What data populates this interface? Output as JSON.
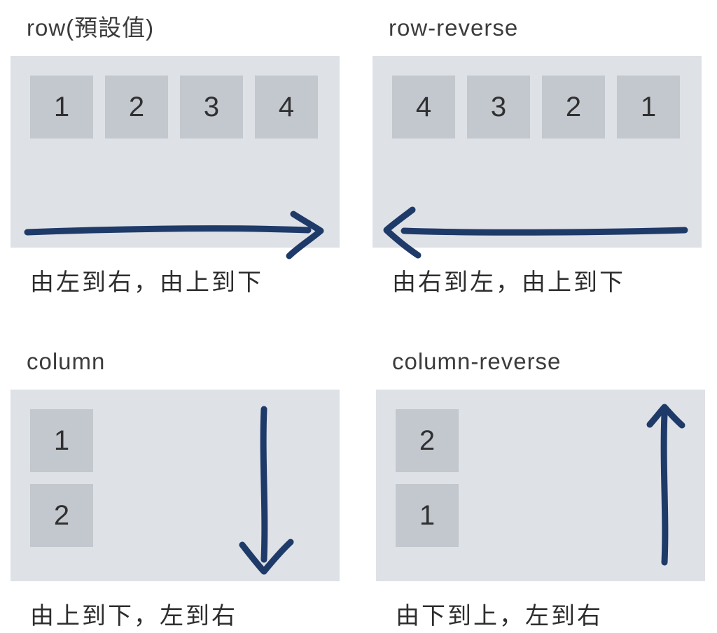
{
  "colors": {
    "page-bg": "#ffffff",
    "container-bg": "#dee1e6",
    "box-bg": "#c3c7ce",
    "arrow": "#1e3a68",
    "title-color": "#3c3c3c",
    "caption-color": "#2d2d2d",
    "number-color": "#303030"
  },
  "panels": [
    {
      "id": "row",
      "title": "row(預設值)",
      "items": [
        "1",
        "2",
        "3",
        "4"
      ],
      "caption": "由左到右，由上到下",
      "arrow_direction": "right"
    },
    {
      "id": "row-reverse",
      "title": "row-reverse",
      "items": [
        "4",
        "3",
        "2",
        "1"
      ],
      "caption": "由右到左，由上到下",
      "arrow_direction": "left"
    },
    {
      "id": "column",
      "title": "column",
      "items": [
        "1",
        "2"
      ],
      "caption": "由上到下，左到右",
      "arrow_direction": "down"
    },
    {
      "id": "column-reverse",
      "title": "column-reverse",
      "items": [
        "2",
        "1"
      ],
      "caption": "由下到上，左到右",
      "arrow_direction": "up"
    }
  ]
}
